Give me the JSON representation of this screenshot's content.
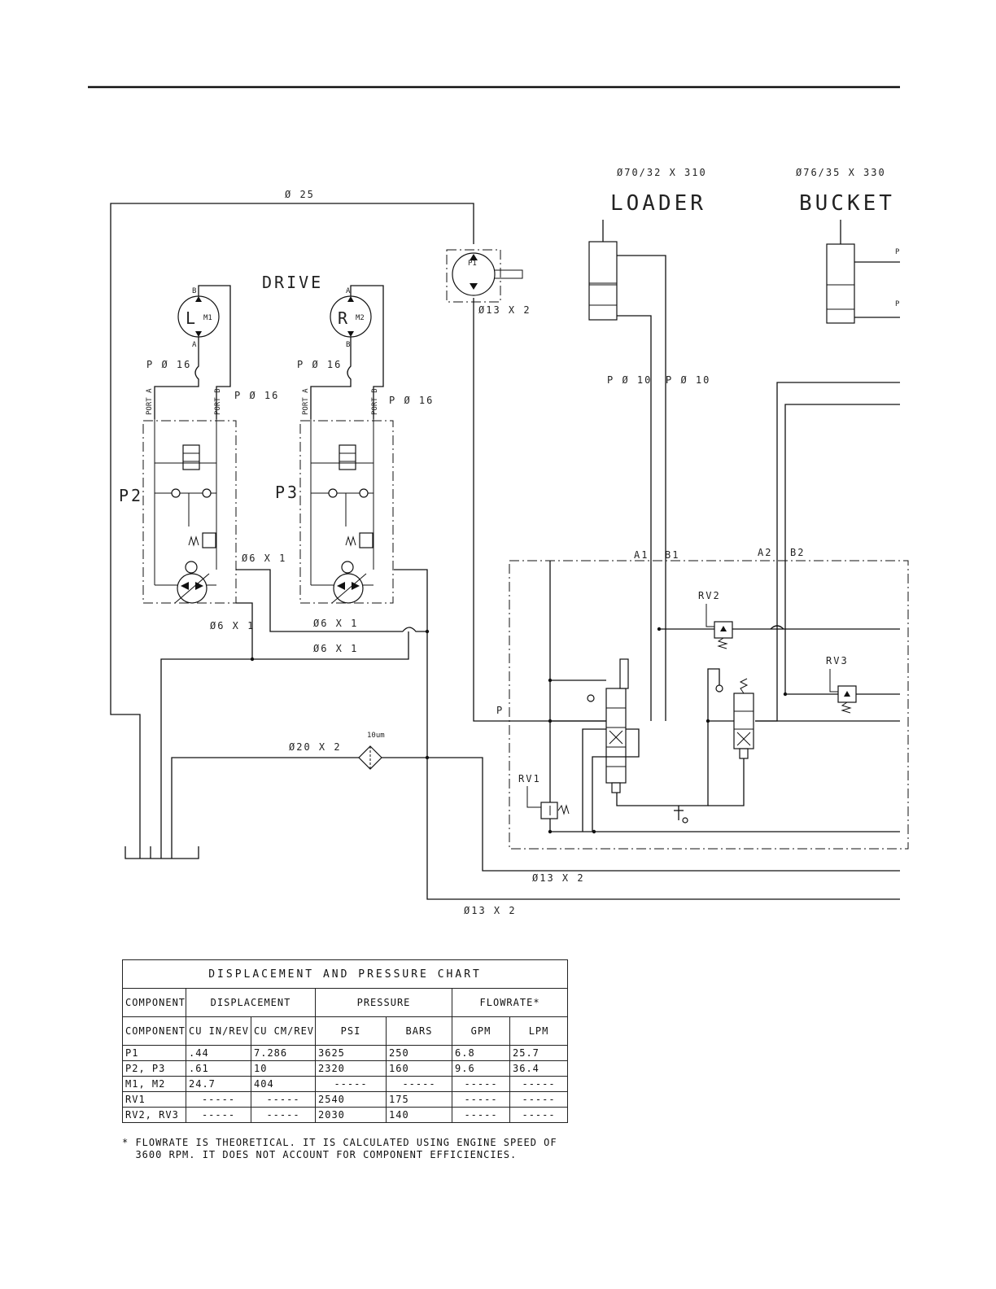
{
  "labels": {
    "drive": "DRIVE",
    "loader": "LOADER",
    "bucket": "BUCKET",
    "loader_spec": "Ø70/32  X 310",
    "bucket_spec": "Ø76/35 X 330",
    "pipe_25": "Ø 25",
    "pump_p1": "P1",
    "p1_outlet": "Ø13  X  2",
    "motor_m1": "M1",
    "motor_m2": "M2",
    "motor_l": "L",
    "motor_r": "R",
    "port_a": "A",
    "port_b": "B",
    "p16_1": "P Ø 16",
    "p16_2": "P Ø 16",
    "p16_3": "P Ø 16",
    "p16_4": "P Ø 16",
    "port_a_label": "PORT A",
    "port_b_label": "PORT B",
    "pump_p2": "P2",
    "pump_p3": "P3",
    "case_drain_1": "Ø6  X  1",
    "case_drain_2": "Ø6 X 1",
    "case_drain_3": "Ø6 X 1",
    "case_drain_4": "Ø6  X  1",
    "pipe_p10_1": "P Ø 10",
    "pipe_p10_2": "P Ø 10",
    "port_a1": "A1",
    "port_b1": "B1",
    "port_a2": "A2",
    "port_b2": "B2",
    "rv1": "RV1",
    "rv2": "RV2",
    "rv3": "RV3",
    "p_port": "P",
    "filter_pipe": "Ø20  X  2",
    "filter_rating": "10um",
    "return_1": "Ø13 X 2",
    "return_2": "Ø13  X  2",
    "cyl_p1": "P",
    "cyl_p2": "P"
  },
  "chart": {
    "title": "DISPLACEMENT AND PRESSURE CHART",
    "group_headers": [
      "COMPONENT",
      "DISPLACEMENT",
      "PRESSURE",
      "FLOWRATE*"
    ],
    "columns": [
      "COMPONENT",
      "CU IN/REV",
      "CU CM/REV",
      "PSI",
      "BARS",
      "GPM",
      "LPM"
    ],
    "rows": [
      [
        "P1",
        ".44",
        "7.286",
        "3625",
        "250",
        "6.8",
        "25.7"
      ],
      [
        "P2, P3",
        ".61",
        "10",
        "2320",
        "160",
        "9.6",
        "36.4"
      ],
      [
        "M1, M2",
        "24.7",
        "404",
        "-----",
        "-----",
        "-----",
        "-----"
      ],
      [
        "RV1",
        "-----",
        "-----",
        "2540",
        "175",
        "-----",
        "-----"
      ],
      [
        "RV2, RV3",
        "-----",
        "-----",
        "2030",
        "140",
        "-----",
        "-----"
      ]
    ],
    "footnote": "* FLOWRATE IS THEORETICAL. IT IS CALCULATED USING ENGINE SPEED OF\n  3600 RPM. IT DOES NOT ACCOUNT FOR COMPONENT EFFICIENCIES."
  }
}
